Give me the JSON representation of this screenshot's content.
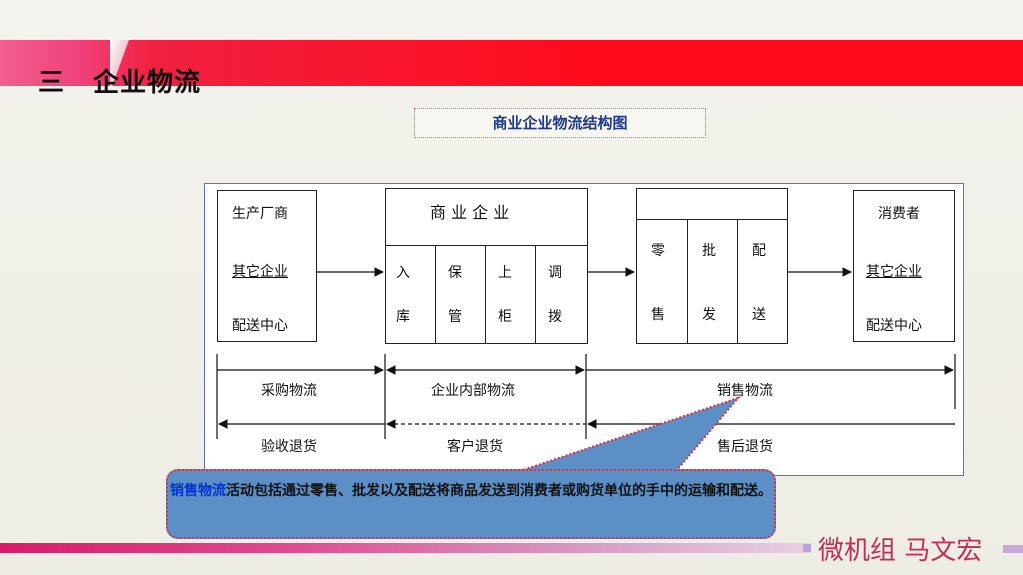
{
  "slide": {
    "number": "三",
    "title": "企业物流",
    "author": "微机组  马文宏"
  },
  "diagram": {
    "title": "商业企业物流结构图",
    "source": [
      "生产厂商",
      "其它企业",
      "配送中心"
    ],
    "business": {
      "header": "商 业 企 业",
      "steps": [
        [
          "入",
          "库"
        ],
        [
          "保",
          "管"
        ],
        [
          "上",
          "柜"
        ],
        [
          "调",
          "拨"
        ]
      ]
    },
    "distribution": [
      [
        "零",
        "售"
      ],
      [
        "批",
        "发"
      ],
      [
        "配",
        "送"
      ]
    ],
    "consumer": [
      "消费者",
      "其它企业",
      "配送中心"
    ],
    "flows": {
      "purchase": "采购物流",
      "internal": "企业内部物流",
      "sales": "销售物流"
    },
    "returns": {
      "inspection": "验收退货",
      "customer": "客户退货",
      "aftersale": "售后退货"
    }
  },
  "callout": {
    "highlight": "销售物流",
    "text": "活动包括通过零售、批发以及配送将商品发送到消费者或购货单位的手中的运输和配送。"
  }
}
